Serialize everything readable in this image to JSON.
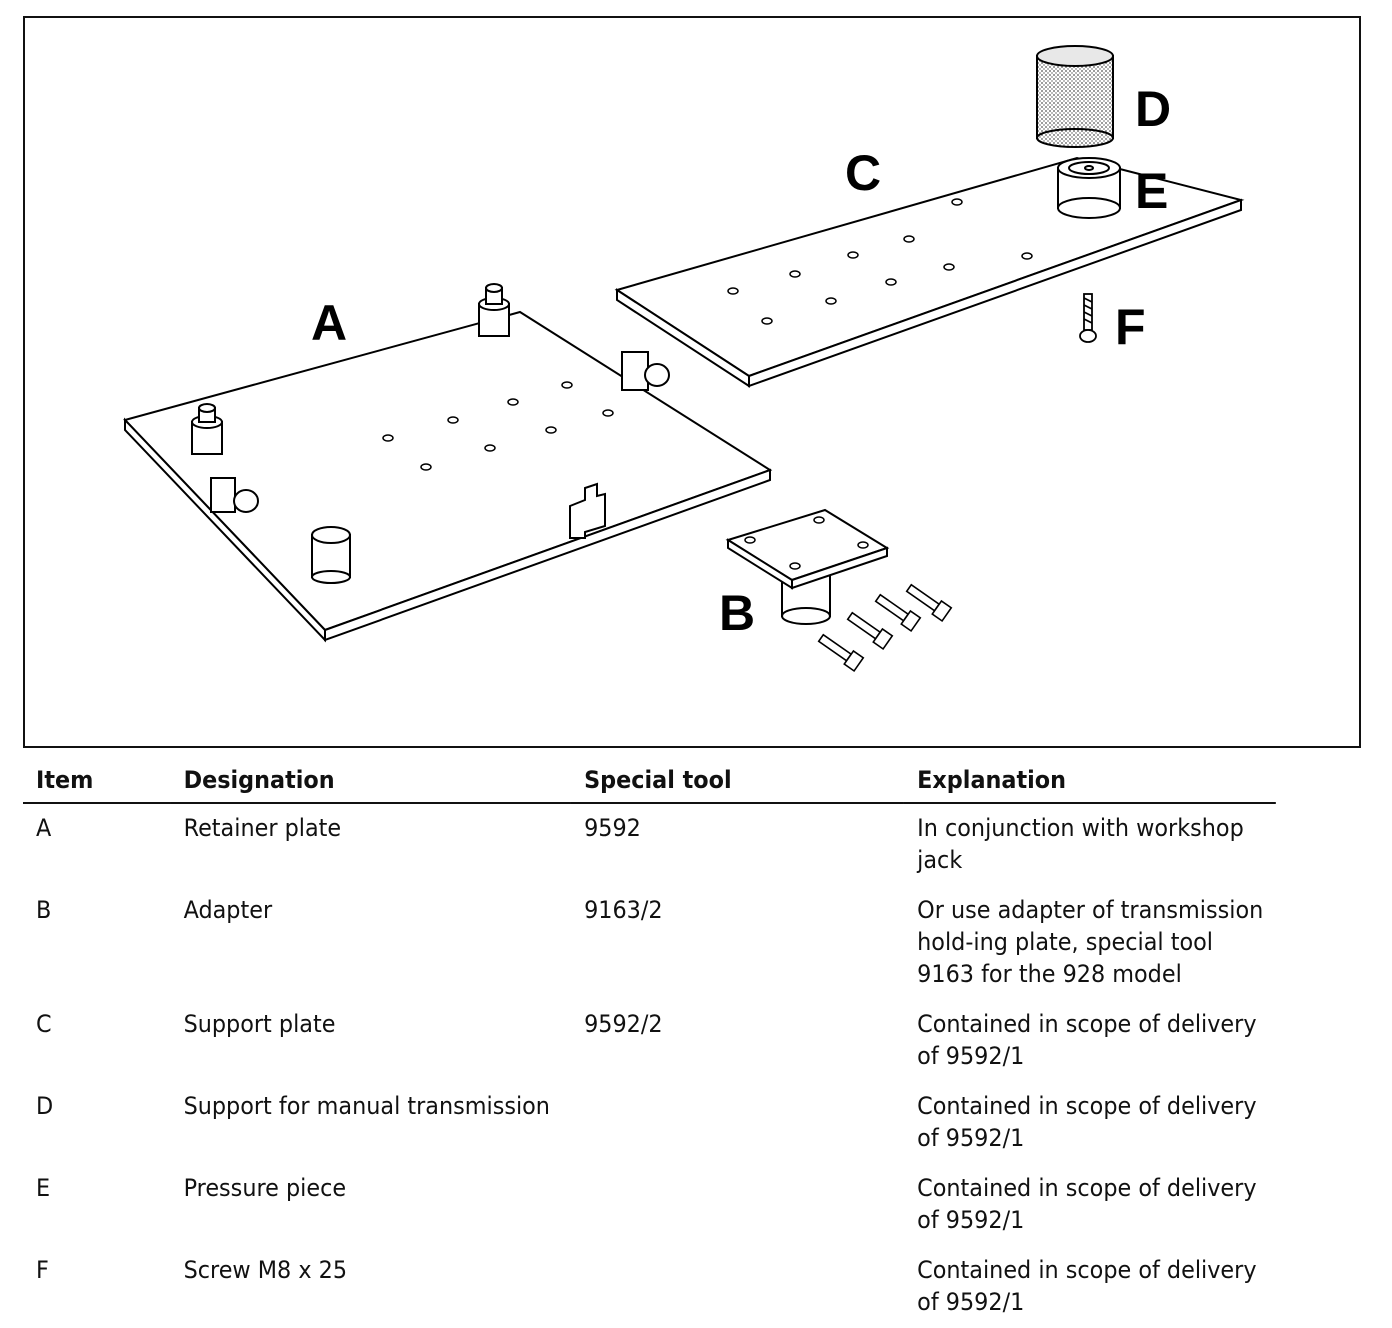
{
  "figure": {
    "callouts": {
      "a": "A",
      "b": "B",
      "c": "C",
      "d": "D",
      "e": "E",
      "f": "F"
    }
  },
  "table": {
    "headers": {
      "item": "Item",
      "designation": "Designation",
      "special_tool": "Special tool",
      "explanation": "Explanation"
    },
    "rows": [
      {
        "item": "A",
        "designation": "Retainer plate",
        "special_tool": "9592",
        "explanation": "In conjunction with workshop jack"
      },
      {
        "item": "B",
        "designation": "Adapter",
        "special_tool": "9163/2",
        "explanation": "Or use adapter of transmission hold-ing plate, special tool 9163 for the 928 model"
      },
      {
        "item": "C",
        "designation": "Support plate",
        "special_tool": "9592/2",
        "explanation": "Contained in scope of delivery of 9592/1"
      },
      {
        "item": "D",
        "designation": "Support for manual transmission",
        "special_tool": "",
        "explanation": "Contained in scope of delivery of 9592/1"
      },
      {
        "item": "E",
        "designation": "Pressure piece",
        "special_tool": "",
        "explanation": "Contained in scope of delivery of 9592/1"
      },
      {
        "item": "F",
        "designation": "Screw M8 x 25",
        "special_tool": "",
        "explanation": "Contained in scope of delivery of 9592/1"
      }
    ]
  }
}
